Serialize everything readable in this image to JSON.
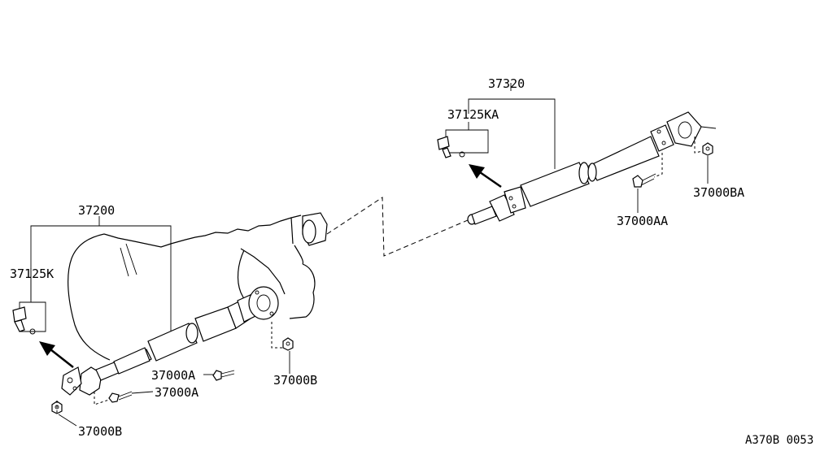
{
  "labels": {
    "rear_assembly": "37320",
    "rear_joint_kit": "37125KA",
    "rear_nut": "37000BA",
    "rear_bolt": "37000AA",
    "front_assembly": "37200",
    "front_joint_kit": "37125K",
    "center_bolt": "37000A",
    "front_bolt": "37000A",
    "center_nut": "37000B",
    "front_nut": "37000B"
  },
  "diagram_code": "A370B 0053"
}
